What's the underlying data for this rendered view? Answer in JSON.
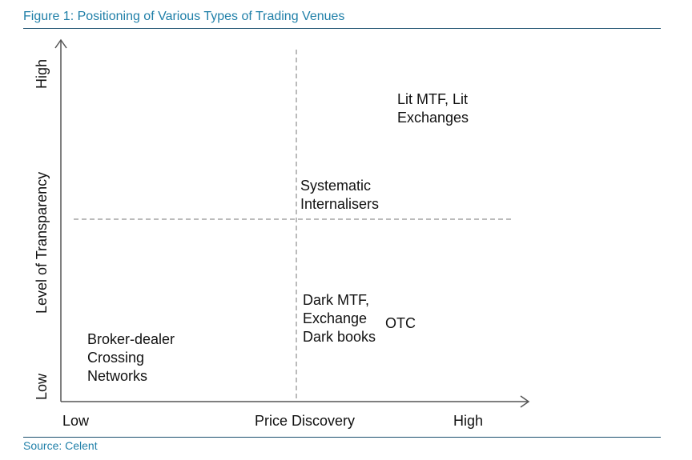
{
  "figure": {
    "title": "Figure 1: Positioning of Various Types of Trading Venues",
    "source": "Source: Celent"
  },
  "axes": {
    "x_label": "Price Discovery",
    "x_low": "Low",
    "x_high": "High",
    "y_label": "Level of Transparency",
    "y_low": "Low",
    "y_high": "High"
  },
  "venues": {
    "lit": [
      "Lit MTF, Lit",
      "Exchanges"
    ],
    "si": [
      "Systematic",
      "Internalisers"
    ],
    "dark": [
      "Dark MTF,",
      "Exchange",
      "Dark books"
    ],
    "otc": "OTC",
    "broker": [
      "Broker-dealer",
      "Crossing",
      "Networks"
    ]
  },
  "colors": {
    "accent": "#1f7fa8",
    "rule": "#1a4f6e",
    "axis": "#555555"
  }
}
